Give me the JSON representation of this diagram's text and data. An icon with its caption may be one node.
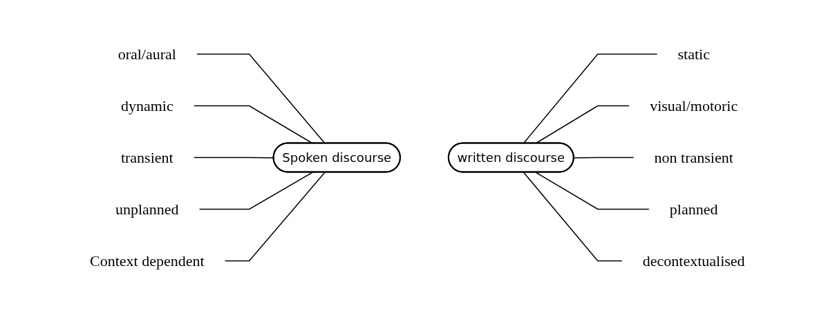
{
  "diagram": {
    "nodes": [
      {
        "text": [
          "oral/aural"
        ]
      },
      {
        "text": [
          "dynamic"
        ]
      },
      {
        "text": [
          "static"
        ]
      },
      {
        "text": [
          "visual/motoric"
        ]
      },
      {
        "text": [
          "transient"
        ]
      },
      {
        "text": [
          "non transient"
        ]
      },
      {
        "text": [
          "unplanned"
        ]
      },
      {
        "text": [
          "planned"
        ]
      },
      {
        "text": [
          "Spoken discourse"
        ]
      },
      {
        "text": [
          "written discourse"
        ]
      },
      {
        "text": [
          "Context dependent"
        ]
      },
      {
        "text": [
          "decontextualised"
        ]
      }
    ],
    "edges": [
      {
        "from": 0,
        "to": 8,
        "arrow": "none"
      },
      {
        "from": 1,
        "to": 8,
        "arrow": "none"
      },
      {
        "from": 2,
        "to": 9,
        "arrow": "none"
      },
      {
        "from": 3,
        "to": 9,
        "arrow": "none"
      },
      {
        "from": 4,
        "to": 8,
        "arrow": "none"
      },
      {
        "from": 5,
        "to": 9,
        "arrow": "none"
      },
      {
        "from": 6,
        "to": 8,
        "arrow": "none"
      },
      {
        "from": 7,
        "to": 9,
        "arrow": "none"
      },
      {
        "from": 10,
        "to": 8,
        "arrow": "none"
      },
      {
        "from": 11,
        "to": 9,
        "arrow": "none"
      }
    ]
  }
}
